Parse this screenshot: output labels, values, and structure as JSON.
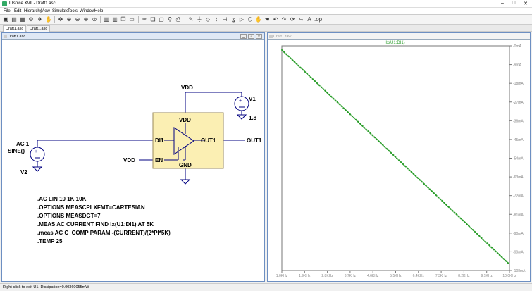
{
  "app": {
    "title": "LTspice XVII - Draft1.asc"
  },
  "menu": [
    "File",
    "Edit",
    "Hierarchy",
    "View",
    "Simulate",
    "Tools",
    "Window",
    "Help"
  ],
  "tabs": [
    "Draft1.asc",
    "Draft1.asc"
  ],
  "schematic": {
    "window_title": "Draft1.asc",
    "labels": {
      "vdd_top": "VDD",
      "v1_name": "V1",
      "v1_value": "1.8",
      "ac_source": "AC 1",
      "sine_source": "SINE()",
      "v2_name": "V2",
      "vdd_en": "VDD",
      "out1_net": "OUT1"
    },
    "block": {
      "vdd": "VDD",
      "di1": "DI1",
      "out1": "OUT1",
      "en": "EN",
      "gnd": "GND"
    },
    "directives": [
      ".AC LIN 10 1K 10K",
      ".OPTIONS MEASCPLXFMT=CARTESIAN",
      ".OPTIONS MEASDGT=7",
      ".MEAS AC CURRENT FIND Ix(U1:DI1) AT 5K",
      ".meas AC C_COMP PARAM -(CURRENT)/(2*PI*5K)",
      ".TEMP 25"
    ]
  },
  "plot_window": {
    "title": "Draft1.raw"
  },
  "chart_data": {
    "type": "line",
    "title": "Ix(U1:DI1)",
    "x_tick_labels": [
      "1.0KHz",
      "1.9KHz",
      "2.8KHz",
      "3.7KHz",
      "4.6KHz",
      "5.5KHz",
      "6.4KHz",
      "7.3KHz",
      "8.2KHz",
      "9.1KHz",
      "10.0KHz"
    ],
    "y_tick_labels": [
      "-0mA",
      "-9mA",
      "-18mA",
      "-27mA",
      "-36mA",
      "-45mA",
      "-54mA",
      "-63mA",
      "-72mA",
      "-81mA",
      "-90mA",
      "-99mA",
      "-108mA"
    ],
    "xlim_hz": [
      1000,
      10000
    ],
    "ylim_ma": [
      -108,
      0
    ],
    "series": [
      {
        "color": "#2a9d2a",
        "style": "dotted",
        "x_hz": [
          1000,
          10000
        ],
        "y_ma": [
          -2,
          -105
        ]
      }
    ],
    "grid": false
  },
  "status": "Right-click to edit U1.  Dissipation=0.00360055mW",
  "colors": {
    "block_fill": "#fbefb3",
    "wire": "#000080",
    "trace": "#2a9d2a",
    "window_border": "#6d8fc2"
  }
}
